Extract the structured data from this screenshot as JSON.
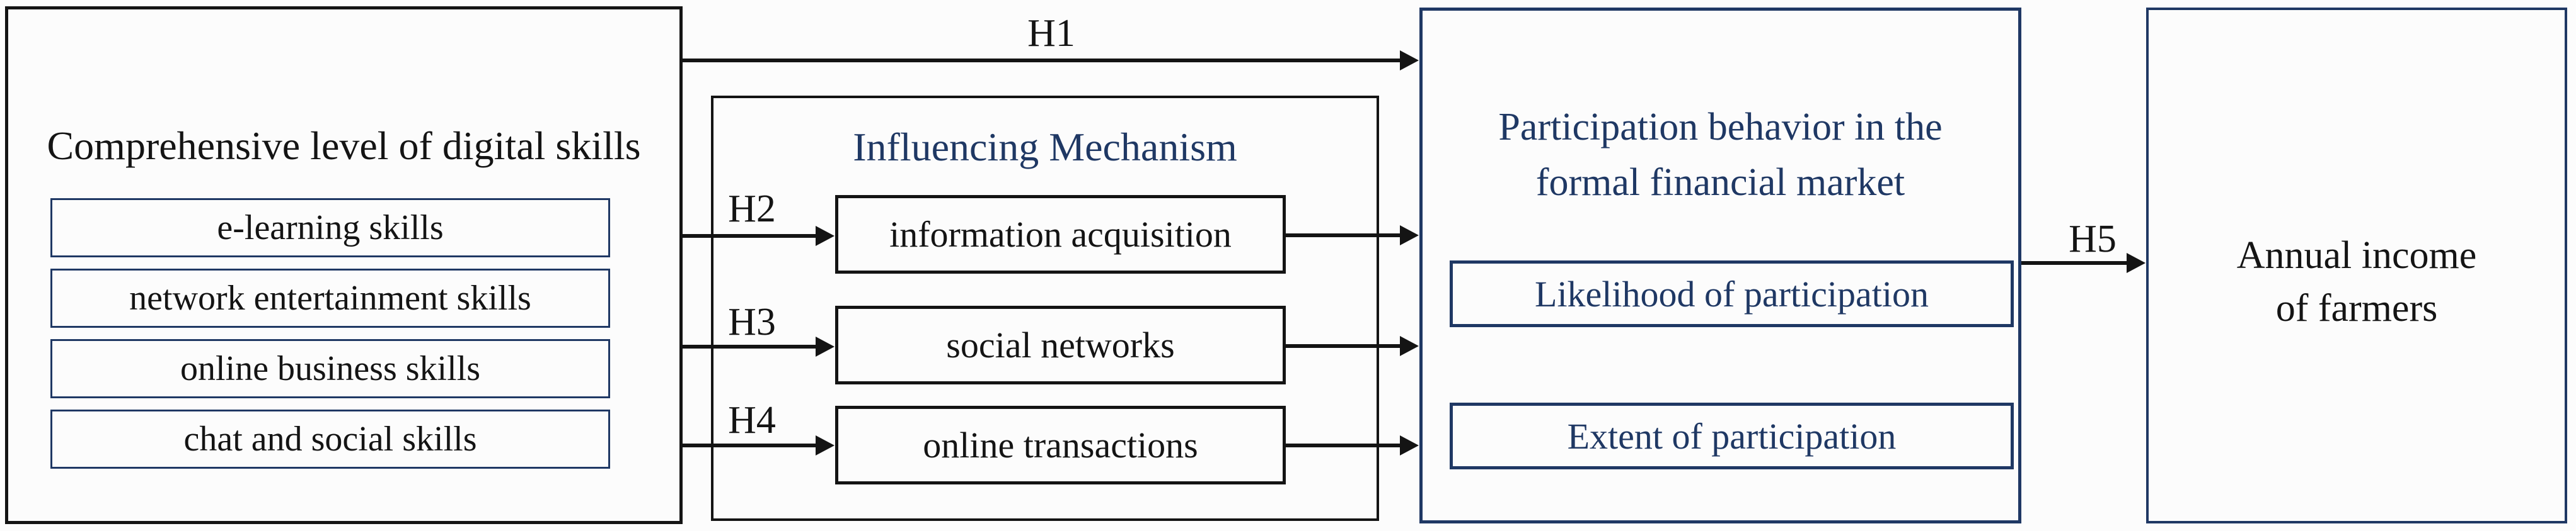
{
  "colors": {
    "navy": "#1f3864",
    "ink": "#141414",
    "background": "#fcfcfc"
  },
  "digital_skills": {
    "title": "Comprehensive level of digital skills",
    "items": [
      {
        "label": "e-learning skills"
      },
      {
        "label": "network entertainment skills"
      },
      {
        "label": "online business skills"
      },
      {
        "label": "chat and social skills"
      }
    ]
  },
  "influencing_mechanism": {
    "title": "Influencing Mechanism",
    "items": [
      {
        "label": "information acquisition"
      },
      {
        "label": "social networks"
      },
      {
        "label": "online transactions"
      }
    ]
  },
  "participation": {
    "title_line1": "Participation behavior in the",
    "title_line2": "formal financial market",
    "items": [
      {
        "label": "Likelihood of participation"
      },
      {
        "label": "Extent of participation"
      }
    ]
  },
  "annual_income": {
    "title_line1": "Annual income",
    "title_line2": "of farmers"
  },
  "hypotheses": {
    "h1": "H1",
    "h2": "H2",
    "h3": "H3",
    "h4": "H4",
    "h5": "H5"
  }
}
